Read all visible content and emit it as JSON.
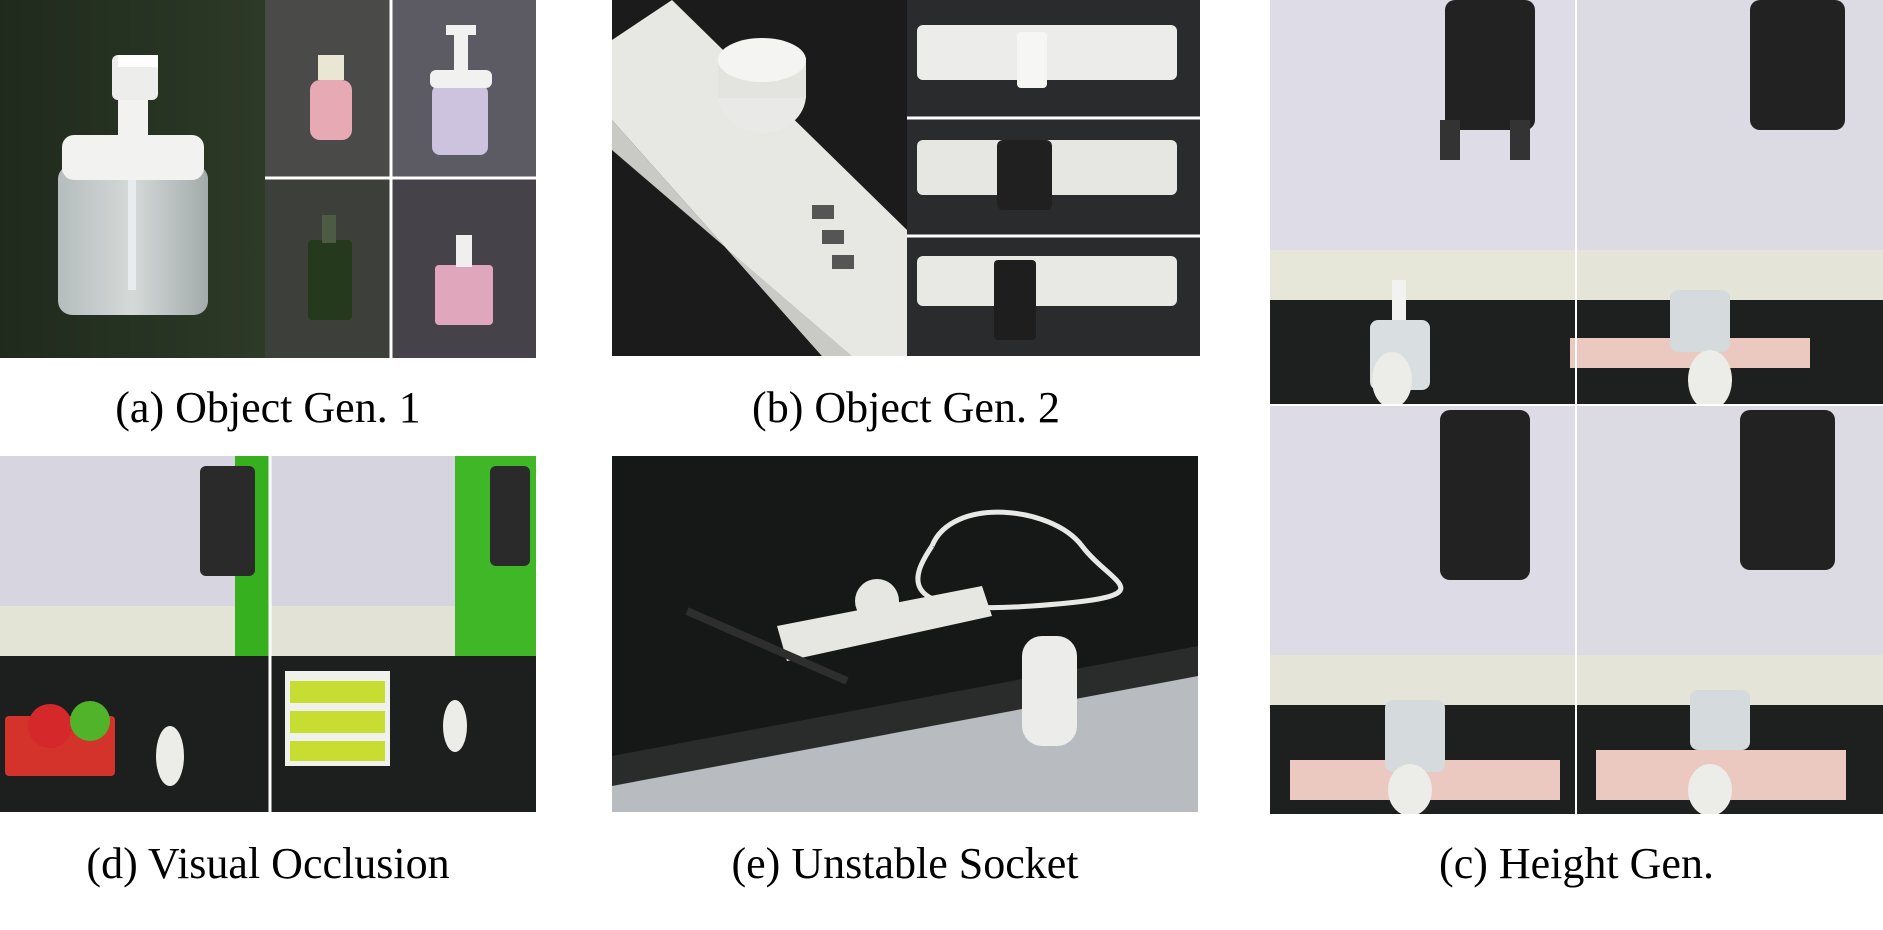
{
  "figure": {
    "captions": {
      "a": "(a) Object Gen. 1",
      "b": "(b) Object Gen. 2",
      "c": "(c) Height Gen.",
      "d": "(d) Visual Occlusion",
      "e": "(e) Unstable Socket"
    }
  }
}
